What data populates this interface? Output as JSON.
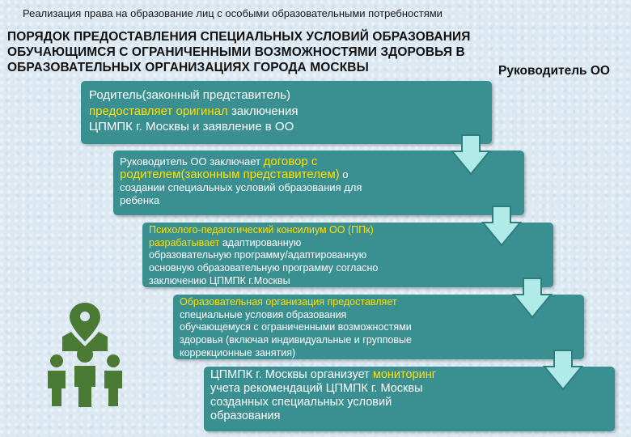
{
  "slide": {
    "title": "Реализация права на образование лиц с особыми образовательными потребностями",
    "heading": {
      "line1": "ПОРЯДОК ПРЕДОСТАВЛЕНИЯ СПЕЦИАЛЬНЫХ УСЛОВИЙ ОБРАЗОВАНИЯ",
      "line2": "ОБУЧАЮЩИМСЯ С ОГРАНИЧЕННЫМИ ВОЗМОЖНОСТЯМИ ЗДОРОВЬЯ В",
      "line3": "ОБРАЗОВАТЕЛЬНЫХ ОРГАНИЗАЦИЯХ ГОРОДА МОСКВЫ"
    },
    "role_label": "Руководитель ОО"
  },
  "steps": [
    {
      "p1": "Родитель(законный представитель)",
      "p2": "предоставляет оригинал",
      "p3": " заключения",
      "p4": "ЦПМПК г. Москвы и заявление в ОО"
    },
    {
      "p1": "Руководитель ОО заключает ",
      "p2": "договор с",
      "p3": "родителем(законным представителем)",
      "p4": " о",
      "p5": "создании специальных условий образования для",
      "p6": "ребенка"
    },
    {
      "p1": "Психолого-педагогический консилиум ОО (ППк)",
      "p2": "разрабатывает",
      "p3": " адаптированную",
      "p4": "образовательную программу/адаптированную",
      "p5": "основную образовательную программу согласно",
      "p6": "заключению ЦПМПК г.Москвы"
    },
    {
      "p1": "Образовательная организация предоставляет",
      "p2": "специальные условия образования",
      "p3": "обучающемуся с ограниченными возможностями",
      "p4": "здоровья (включая индивидуальные и групповые",
      "p5": "коррекционные занятия)"
    },
    {
      "p1": "ЦПМПК г. Москвы организует ",
      "p2": "мониторинг",
      "p3": "учета рекомендаций ЦПМПК г. Москвы",
      "p4": "созданных специальных условий",
      "p5": "образования"
    }
  ],
  "colors": {
    "box": "#3a8f90",
    "highlight": "#ffe000",
    "arrow_fill": "#b0ebe9",
    "icon": "#4a7a33"
  },
  "icons": [
    "down-arrow-icon",
    "people-location-icon"
  ]
}
